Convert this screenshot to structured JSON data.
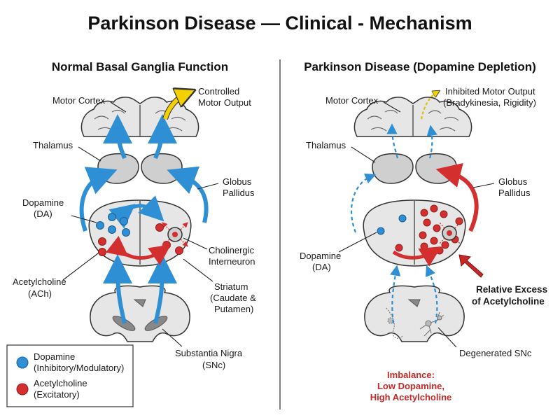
{
  "title": "Parkinson Disease — Clinical - Mechanism",
  "colors": {
    "dopamine": "#2f8fd4",
    "acetylcholine": "#d32f2f",
    "output_normal": "#f5d000",
    "tissue": "#e6e6e6",
    "outline": "#333333"
  },
  "left_panel": {
    "title": "Normal Basal Ganglia Function",
    "labels": {
      "motor_cortex": "Motor Cortex",
      "output_1": "Controlled",
      "output_2": "Motor Output",
      "thalamus": "Thalamus",
      "globus_1": "Globus",
      "globus_2": "Pallidus",
      "dopamine_1": "Dopamine",
      "dopamine_2": "(DA)",
      "cholinergic_1": "Cholinergic",
      "cholinergic_2": "Interneuron",
      "ach_1": "Acetylcholine",
      "ach_2": "(ACh)",
      "striatum_1": "Striatum",
      "striatum_2": "(Caudate &",
      "striatum_3": "Putamen)",
      "snc_1": "Substantia Nigra",
      "snc_2": "(SNc)"
    }
  },
  "right_panel": {
    "title": "Parkinson Disease (Dopamine Depletion)",
    "labels": {
      "motor_cortex": "Motor Cortex",
      "output_1": "Inhibited Motor Output",
      "output_2": "(Bradykinesia, Rigidity)",
      "thalamus": "Thalamus",
      "globus_1": "Globus",
      "globus_2": "Pallidus",
      "dopamine_1": "Dopamine",
      "dopamine_2": "(DA)",
      "excess_1": "Relative Excess",
      "excess_2": "of Acetylcholine",
      "degenerated": "Degenerated SNc",
      "imbalance_1": "Imbalance:",
      "imbalance_2": "Low Dopamine,",
      "imbalance_3": "High Acetylcholine"
    }
  },
  "legend": {
    "dopamine_1": "Dopamine",
    "dopamine_2": "(Inhibitory/Modulatory)",
    "ach_1": "Acetylcholine",
    "ach_2": "(Excitatory)"
  }
}
